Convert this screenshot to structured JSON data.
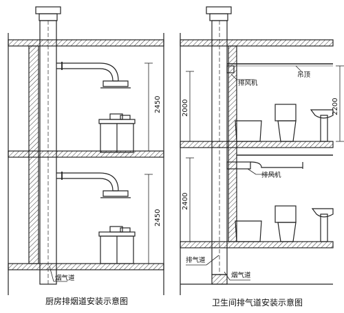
{
  "left": {
    "caption": "厨房排烟道安装示意图",
    "flue_label": "烟气道",
    "dim_upper": "2450",
    "dim_lower": "2450"
  },
  "right": {
    "caption": "卫生间排气道安装示意图",
    "exhaust_fan_label": "排风机",
    "suspended_ceiling_label": "吊顶",
    "dim_2000": "2000",
    "dim_2200": "2200",
    "dim_2400": "2400",
    "exhaust_duct_label": "排气道",
    "flue_label": "烟气道"
  },
  "colors": {
    "line": "#222222",
    "background": "#ffffff"
  }
}
